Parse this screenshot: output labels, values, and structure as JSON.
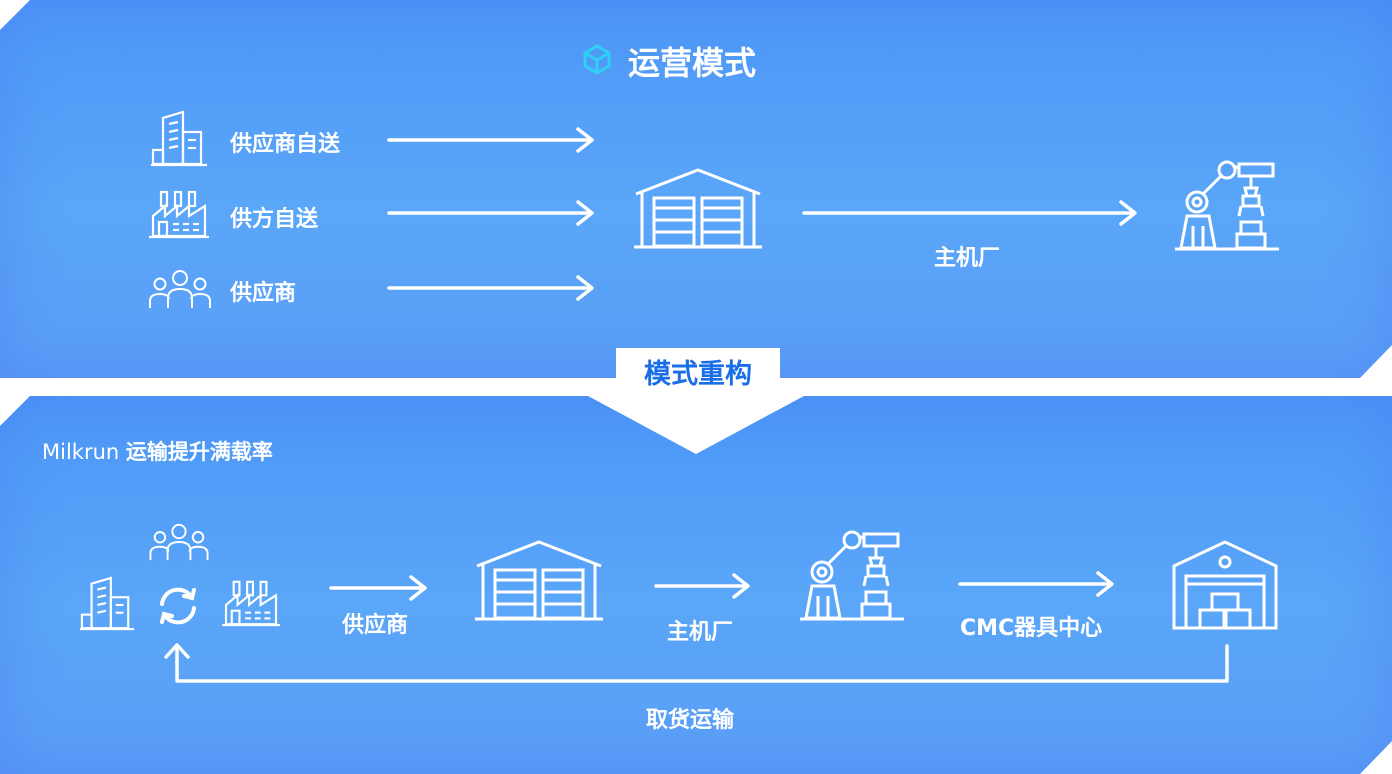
{
  "top": {
    "title": "运营模式",
    "sources": [
      {
        "label": "供应商自送",
        "icon": "office-building-icon"
      },
      {
        "label": "供方自送",
        "icon": "factory-icon"
      },
      {
        "label": "供应商",
        "icon": "people-group-icon"
      }
    ],
    "plant_label": "主机厂"
  },
  "divider": {
    "label": "模式重构"
  },
  "bottom": {
    "milkrun_prefix": "Milkrun",
    "milkrun_suffix": "运输提升满载率",
    "step_labels": [
      "供应商",
      "主机厂",
      "CMC器具中心"
    ],
    "return_label": "取货运输"
  },
  "colors": {
    "panel": "#5aa6f8",
    "accent": "#1a6ee8",
    "cube": "#2fd0f5"
  }
}
